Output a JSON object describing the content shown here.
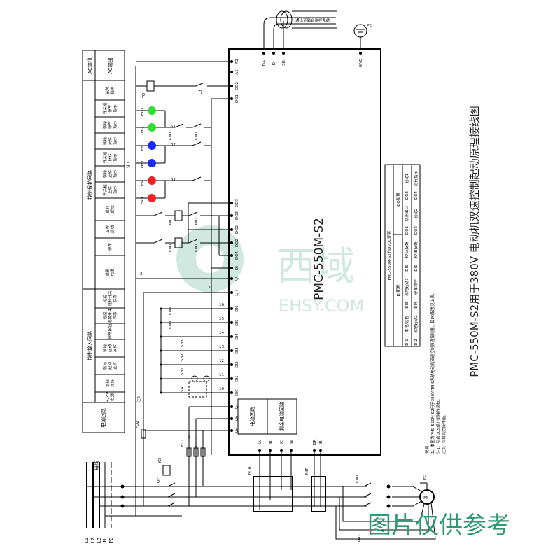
{
  "drawing": {
    "title": "PMC-550M-S2用于380V 电动机双速控制起动原理接线图",
    "device_label": "PMC-550M-S2",
    "notes": [
      "说明：",
      "1、本图为PMC-550M-S2用于380V TN-S系统电动机双速控制原理接线图，其I/O配置见上表。",
      "注1、引自DCS或外部操作系统。",
      "注2、引自机旁操作箱。"
    ],
    "comm_cable_label": "通讯至后台监控系统",
    "top_pins": [
      "D+",
      "D-",
      "SH",
      "GND"
    ],
    "pe_label": "PE",
    "bottom_pins": [
      "IA",
      "IB",
      "IC",
      "IN",
      "I0R",
      "IR"
    ],
    "current_box": "电流回路",
    "residual_box": "剩余电流回路",
    "left_pins": [
      "A2",
      "A1",
      "DO2",
      "DO1",
      "DO3",
      "DO3",
      "DO2",
      "DO2",
      "DO4",
      "DI",
      "N/-",
      "L/+",
      "DI6",
      "DI5",
      "DI4",
      "DI3",
      "DI2",
      "DI1",
      "DIC",
      "Va",
      "Vb",
      "Vc"
    ],
    "wire_numbers": [
      "16",
      "15",
      "14",
      "13",
      "12",
      "11",
      "10",
      "1",
      "2",
      "31",
      "32",
      "S1"
    ],
    "components": {
      "yo": "YO",
      "qf": "QF",
      "hg1": "HG1",
      "hg": "HG",
      "hb": "HB",
      "hb1": "HB1",
      "hr": "HR",
      "hr1": "HR1",
      "km1": "KM1",
      "km2": "KM2",
      "sb1": "SB1",
      "sb2": "SB2",
      "sb3": "SB3",
      "sa": "SA",
      "note1": "注1",
      "note2": "注2",
      "fu1": "FU1",
      "fu2": "FU2",
      "fu3": "FU3",
      "lyo": "YO",
      "mta": "MTA",
      "mir": "MIR",
      "motor": "M",
      "motor_pe": "PE"
    },
    "busbar_label": "母线",
    "bus_lines": [
      "L1",
      "L2",
      "L3",
      "N",
      "PE"
    ]
  },
  "io_table": {
    "title": "PMC-550M-S2的DI/DO配置",
    "di_header": "DI配置",
    "do_header": "DO配置",
    "di": [
      {
        "code": "DI1",
        "label": "本地/远程"
      },
      {
        "code": "DI2",
        "label": "就地起动2"
      },
      {
        "code": "DI3",
        "label": "就地起动1"
      },
      {
        "code": "DI4",
        "label": "停车命令"
      },
      {
        "code": "DI5",
        "label": "KMA反馈"
      },
      {
        "code": "DI6",
        "label": "KMB反馈"
      }
    ],
    "do": [
      {
        "code": "DO1",
        "label": "跳闸出口"
      },
      {
        "code": "DO2",
        "label": "起动2"
      },
      {
        "code": "DO3",
        "label": "起动1"
      },
      {
        "code": "DO4",
        "label": "运行指示"
      }
    ]
  },
  "function_table": {
    "ac_group": "AC输出",
    "ac_cell": "AC输出",
    "protection_group": "控制保护回路",
    "protection_cells": [
      "故障 跳闸",
      "开关柜 停车 指示",
      "就地 停车 指示",
      "就地 反转 指示",
      "开关柜 反转 指示",
      "就地 正转 指示",
      "开关柜 正转 指示",
      "反转 起动",
      "正转 起动",
      "停车",
      "装置 电源"
    ],
    "input_group": "控制输入回路",
    "input_cells": [
      "远控 选择开关 状态",
      "远控 选择开关 状态",
      "停车按钮",
      "就地 起动 反转",
      "就地 起动 正转",
      "远控 允许",
      "+24V 电源"
    ],
    "power_group": "电源回路"
  },
  "watermark": {
    "logo_text": "西域",
    "logo_url_text": "EHSY.COM",
    "disclaimer": "图片仅供参考"
  },
  "colors": {
    "green_lamp": "#33dd33",
    "blue_lamp": "#1a2aff",
    "red_lamp": "#ee2222",
    "watermark": "#2e9a72"
  }
}
